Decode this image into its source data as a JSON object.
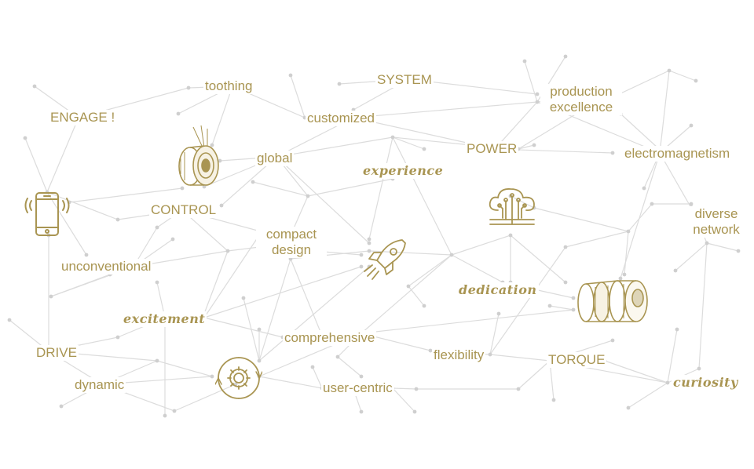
{
  "palette": {
    "gold": "#a99552",
    "line": "#dcdcdc",
    "node": "#cfcfcf"
  },
  "words": {
    "engage": "ENGAGE !",
    "toothing": "toothing",
    "system": "SYSTEM",
    "customized": "customized",
    "production_excellence_1": "production",
    "production_excellence_2": "excellence",
    "power": "POWER",
    "global": "global",
    "experience": "experience",
    "electromagnetism": "electromagnetism",
    "control": "CONTROL",
    "diverse_network_1": "diverse",
    "diverse_network_2": "network",
    "compact_design_1": "compact",
    "compact_design_2": "design",
    "unconventional": "unconventional",
    "dedication": "dedication",
    "excitement": "excitement",
    "comprehensive": "comprehensive",
    "drive": "DRIVE",
    "flexibility": "flexibility",
    "torque": "TORQUE",
    "dynamic": "dynamic",
    "user_centric": "user-centric",
    "curiosity": "curiosity"
  },
  "icons": [
    "smartphone-icon",
    "clutch-icon",
    "cloud-circuit-icon",
    "rocket-icon",
    "gear-cycle-icon",
    "coupling-icon"
  ]
}
